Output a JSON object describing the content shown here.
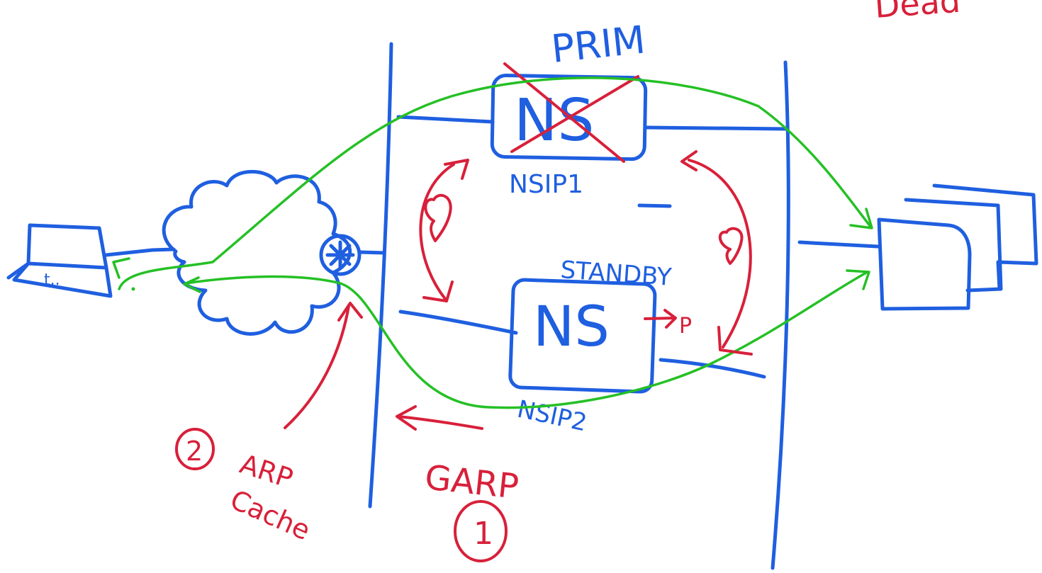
{
  "labels": {
    "top_right": "Dead",
    "primary": "PRIM",
    "ns_primary": "NS",
    "nsip1": "NSIP1",
    "standby": "STANDBY",
    "ns_standby": "NS",
    "p_marker": "P",
    "nsip2": "NSIP2",
    "garp": "GARP",
    "step1": "1",
    "step2": "2",
    "arp": "ARP",
    "cache": "Cache",
    "laptop_text": "t.."
  },
  "colors": {
    "blue": "#1f5fe0",
    "red": "#d8203a",
    "green": "#25c025"
  },
  "icons": [
    "heart-icon",
    "router-icon",
    "cloud-icon",
    "laptop-icon",
    "server-stack-icon"
  ]
}
